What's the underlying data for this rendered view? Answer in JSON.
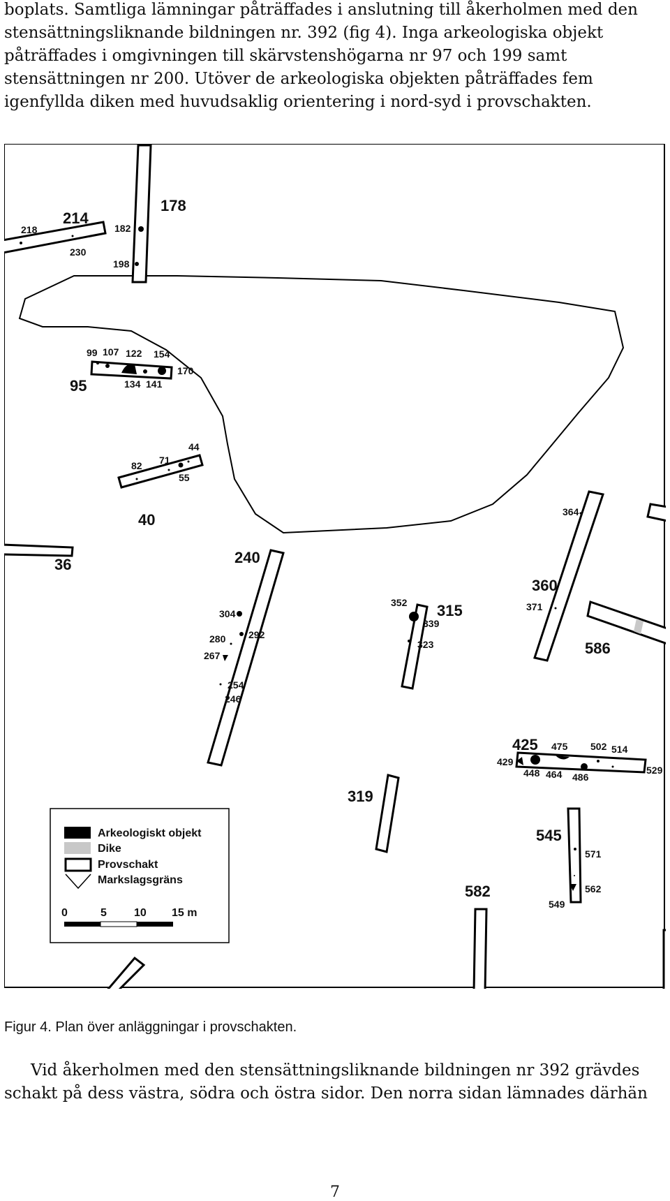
{
  "intro_paragraph": {
    "lines": [
      "boplats. Samtliga lämningar påträffades i anslutning till åkerholmen med den",
      "stensättningsliknande bildningen nr. 392 (fig 4). Inga arkeologiska objekt",
      "påträffades i omgivningen till skärvstenshögarna nr 97 och 199 samt",
      "stensättningen nr 200. Utöver de arkeologiska objekten påträffades fem",
      "igenfyllda diken med huvudsaklig orientering i nord-syd i provschakten."
    ]
  },
  "figure": {
    "trench_numbers": [
      "178",
      "214",
      "95",
      "40",
      "36",
      "240",
      "315",
      "360",
      "586",
      "425",
      "319",
      "545",
      "582"
    ],
    "feature_numbers": [
      "218",
      "182",
      "230",
      "198",
      "99",
      "107",
      "122",
      "154",
      "170",
      "134",
      "141",
      "44",
      "82",
      "71",
      "55",
      "364",
      "304",
      "292",
      "280",
      "267",
      "254",
      "246",
      "352",
      "339",
      "323",
      "371",
      "475",
      "502",
      "514",
      "429",
      "448",
      "464",
      "486",
      "529",
      "571",
      "562",
      "549"
    ],
    "legend": {
      "items": [
        "Arkeologiskt objekt",
        "Dike",
        "Provschakt",
        "Markslagsgräns"
      ],
      "scale_labels": [
        "0",
        "5",
        "10",
        "15 m"
      ]
    },
    "colors": {
      "object": "#000000",
      "ditch": "#c8c8c8",
      "trench_fill": "#ffffff",
      "line": "#000000"
    }
  },
  "caption": "Figur 4. Plan över anläggningar i provschakten.",
  "body_paragraph": {
    "lines": [
      "Vid åkerholmen med den stensättningsliknande bildningen nr 392 grävdes",
      "schakt på dess västra, södra och östra sidor. Den norra sidan lämnades därhän"
    ]
  },
  "page_number": "7"
}
